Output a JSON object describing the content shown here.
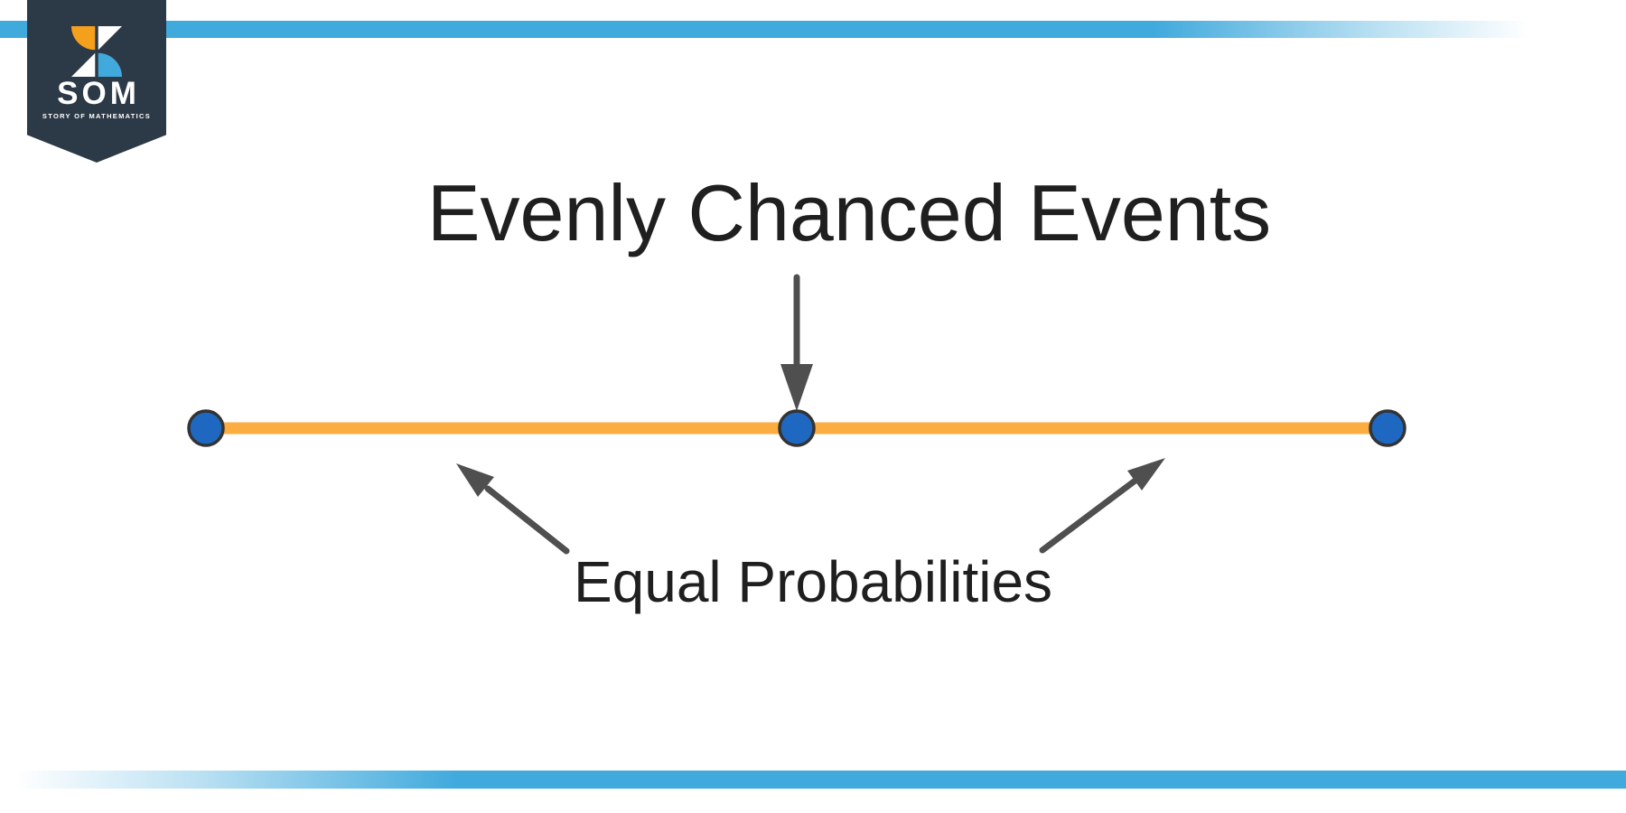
{
  "logo": {
    "acronym": "SOM",
    "tagline": "STORY OF MATHEMATICS",
    "icon": "som-pinwheel-icon"
  },
  "diagram": {
    "title": "Evenly Chanced Events",
    "label": "Equal Probabilities",
    "elements": {
      "line": "horizontal probability line with three points",
      "points": [
        "left endpoint",
        "center point",
        "right endpoint"
      ],
      "arrows": [
        "down arrow from title to center point",
        "up-left arrow from label to line",
        "up-right arrow from label to line"
      ]
    }
  },
  "colors": {
    "background": "#ffffff",
    "accent_blue": "#41aadd",
    "badge_navy": "#2c3a47",
    "logo_orange": "#f5a01d",
    "logo_blue": "#42a9dc",
    "logo_white": "#ffffff",
    "line_orange": "#fbad41",
    "dot_blue": "#1f68c1",
    "dot_outline": "#333333",
    "arrow_gray": "#4f4f4f",
    "text_black": "#1f1f1f"
  }
}
